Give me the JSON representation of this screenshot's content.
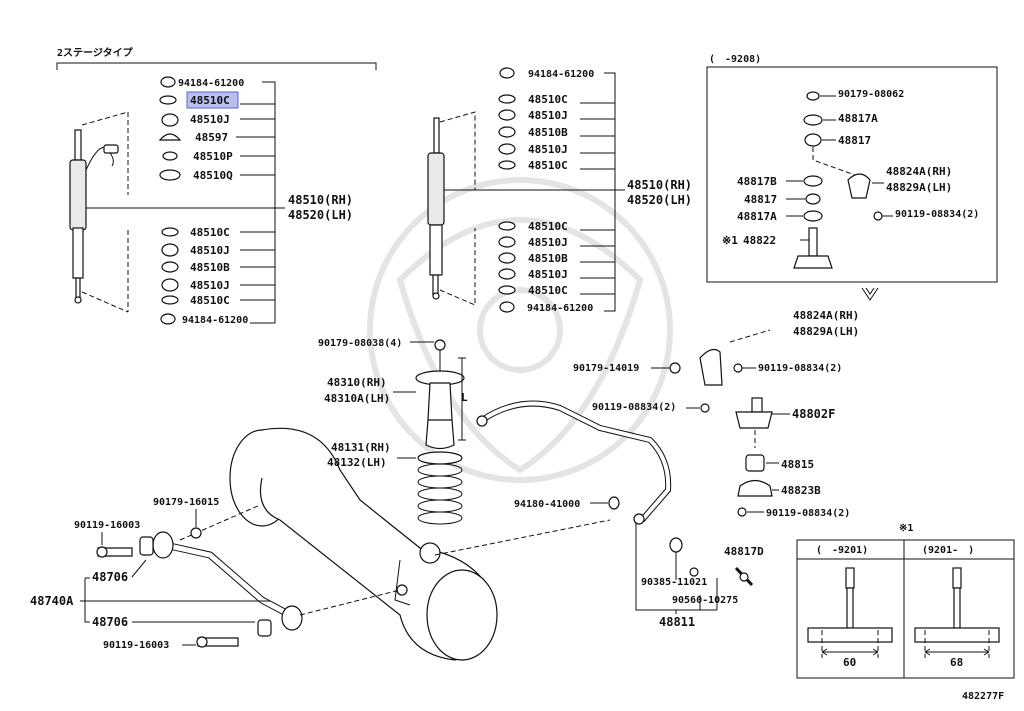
{
  "header": {
    "stage_label": "2ステージタイプ",
    "box_range": "(　-9208)",
    "ref_code": "482277F"
  },
  "left_column": {
    "parts_top": [
      "94184-61200",
      "48510C",
      "48510J",
      "48597",
      "48510P",
      "48510Q"
    ],
    "highlighted": "48510C",
    "main_rh": "48510(RH)",
    "main_lh": "48520(LH)",
    "parts_bottom": [
      "48510C",
      "48510J",
      "48510B",
      "48510J",
      "48510C",
      "94184-61200"
    ]
  },
  "middle_column": {
    "parts_top": [
      "94184-61200",
      "48510C",
      "48510J",
      "48510B",
      "48510J",
      "48510C"
    ],
    "main_rh": "48510(RH)",
    "main_lh": "48520(LH)",
    "parts_bottom": [
      "48510C",
      "48510J",
      "48510B",
      "48510J",
      "48510C",
      "94184-61200"
    ]
  },
  "right_box": {
    "parts": [
      "90179-08062",
      "48817A",
      "48817",
      "48817B",
      "48817",
      "48817A",
      "48822"
    ],
    "bracket_rh": "48824A(RH)",
    "bracket_lh": "48829A(LH)",
    "bolt": "90119-08834(2)",
    "note_mark": "※1"
  },
  "lower": {
    "nut_4": "90179-08038(4)",
    "bumper_rh": "48310(RH)",
    "bumper_lh": "48310A(LH)",
    "dim_l": "L",
    "spring_rh": "48131(RH)",
    "spring_lh": "48132(LH)",
    "bracket_rh": "48824A(RH)",
    "bracket_lh": "48829A(LH)",
    "nut_14019": "90179-14019",
    "bolt_a": "90119-08834(2)",
    "bolt_b": "90119-08834(2)",
    "link_48802F": "48802F",
    "bush_48815": "48815",
    "bracket_48823B": "48823B",
    "bolt_c": "90119-08834(2)",
    "nut_41000": "94180-41000",
    "link_48817D": "48817D",
    "nut_11021": "90385-11021",
    "nut_10275": "90560-10275",
    "link_48811": "48811",
    "nut_16015": "90179-16015",
    "bolt_16003a": "90119-16003",
    "bush_48706a": "48706",
    "rod_48740A": "48740A",
    "bush_48706b": "48706",
    "bolt_16003b": "90119-16003"
  },
  "inset": {
    "mark": "※1",
    "col1": "(　-9201)",
    "col2": "(9201-　)",
    "dim1": "60",
    "dim2": "68"
  }
}
